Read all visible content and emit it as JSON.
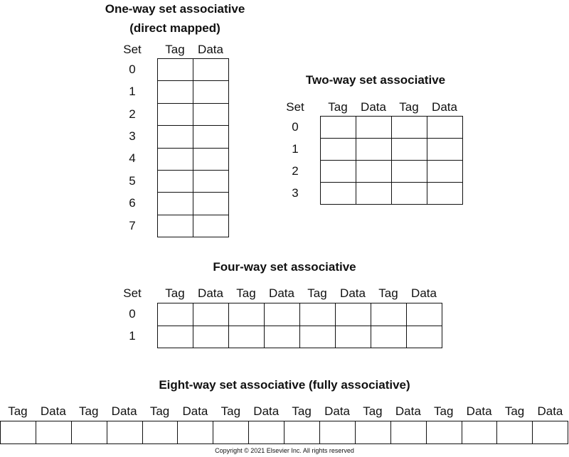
{
  "one_way": {
    "title_line1": "One-way set associative",
    "title_line2": "(direct mapped)",
    "set_label": "Set",
    "columns": [
      "Tag",
      "Data"
    ],
    "sets": [
      "0",
      "1",
      "2",
      "3",
      "4",
      "5",
      "6",
      "7"
    ]
  },
  "two_way": {
    "title": "Two-way set associative",
    "set_label": "Set",
    "columns": [
      "Tag",
      "Data",
      "Tag",
      "Data"
    ],
    "sets": [
      "0",
      "1",
      "2",
      "3"
    ]
  },
  "four_way": {
    "title": "Four-way set associative",
    "set_label": "Set",
    "columns": [
      "Tag",
      "Data",
      "Tag",
      "Data",
      "Tag",
      "Data",
      "Tag",
      "Data"
    ],
    "sets": [
      "0",
      "1"
    ]
  },
  "eight_way": {
    "title": "Eight-way set associative (fully associative)",
    "columns": [
      "Tag",
      "Data",
      "Tag",
      "Data",
      "Tag",
      "Data",
      "Tag",
      "Data",
      "Tag",
      "Data",
      "Tag",
      "Data",
      "Tag",
      "Data",
      "Tag",
      "Data"
    ]
  },
  "footer": "Copyright © 2021 Elsevier Inc. All rights reserved"
}
